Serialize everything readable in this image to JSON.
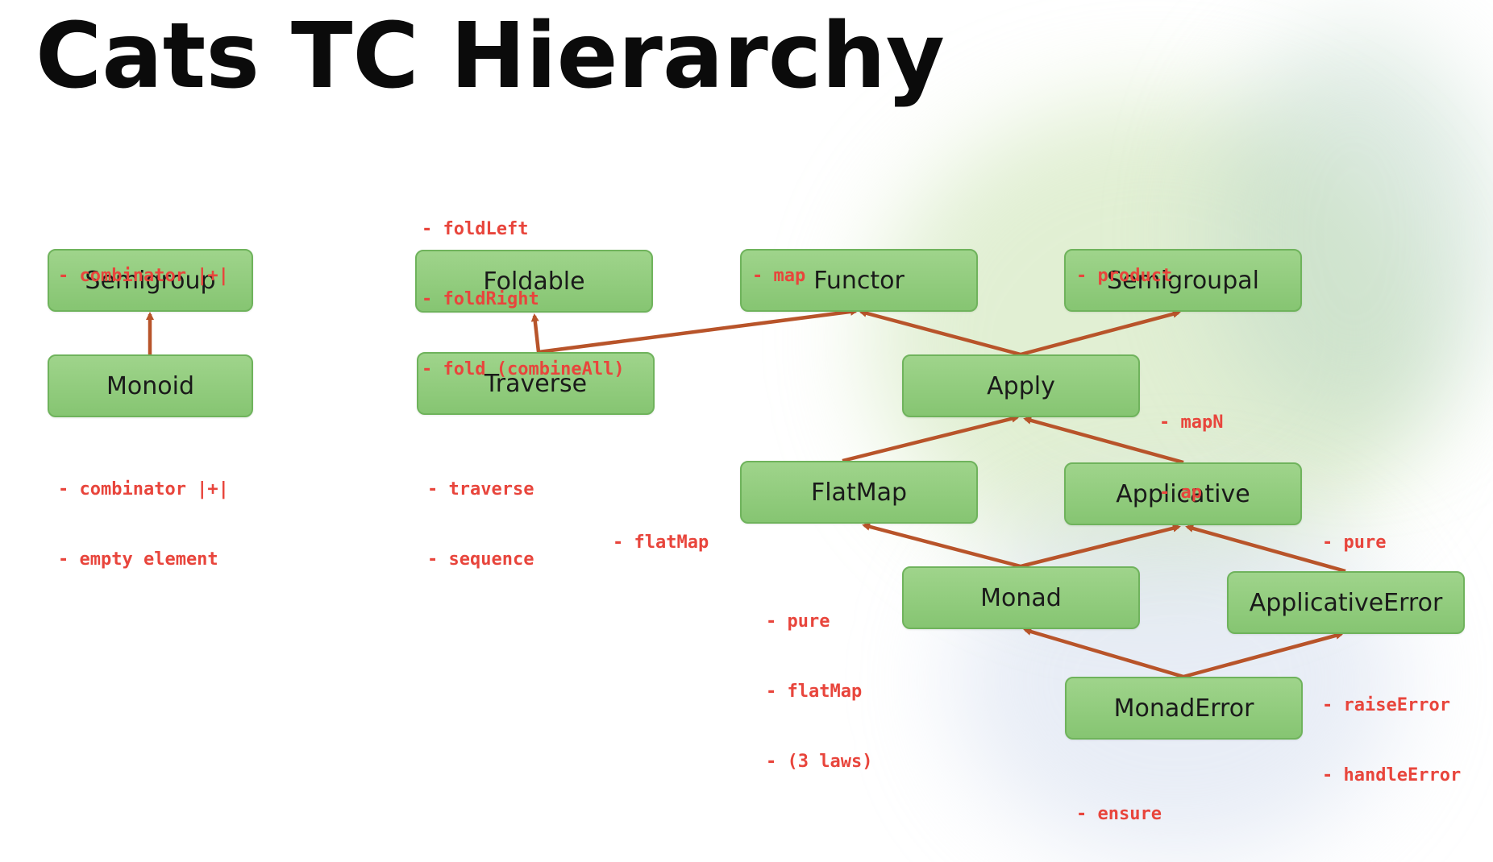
{
  "title": "Cats TC Hierarchy",
  "nodes": {
    "semigroup": "Semigroup",
    "monoid": "Monoid",
    "foldable": "Foldable",
    "traverse": "Traverse",
    "functor": "Functor",
    "semigroupal": "Semigroupal",
    "apply": "Apply",
    "flatmap": "FlatMap",
    "applicative": "Applicative",
    "monad": "Monad",
    "applicative_error": "ApplicativeError",
    "monad_error": "MonadError"
  },
  "notes": {
    "semigroup": [
      "- combinator |+|"
    ],
    "monoid": [
      "- combinator |+|",
      "- empty element"
    ],
    "foldable": [
      "- foldLeft",
      "- foldRight",
      "- fold (combineAll)"
    ],
    "traverse": [
      "- traverse",
      "- sequence"
    ],
    "functor": [
      "- map"
    ],
    "semigroupal": [
      "- product"
    ],
    "apply": [
      "- mapN",
      "- ap"
    ],
    "flatmap": [
      "- flatMap"
    ],
    "applicative": [
      "- pure"
    ],
    "monad": [
      "- pure",
      "- flatMap",
      "- (3 laws)"
    ],
    "applicative_error": [
      "- raiseError",
      "- handleError"
    ],
    "monad_error": [
      "- ensure"
    ]
  },
  "colors": {
    "node_fill": "#93cd7e",
    "node_border": "#6fb35c",
    "arrow": "#b8542a",
    "note_text": "#e8453c",
    "title_text": "#0b0b0b"
  }
}
